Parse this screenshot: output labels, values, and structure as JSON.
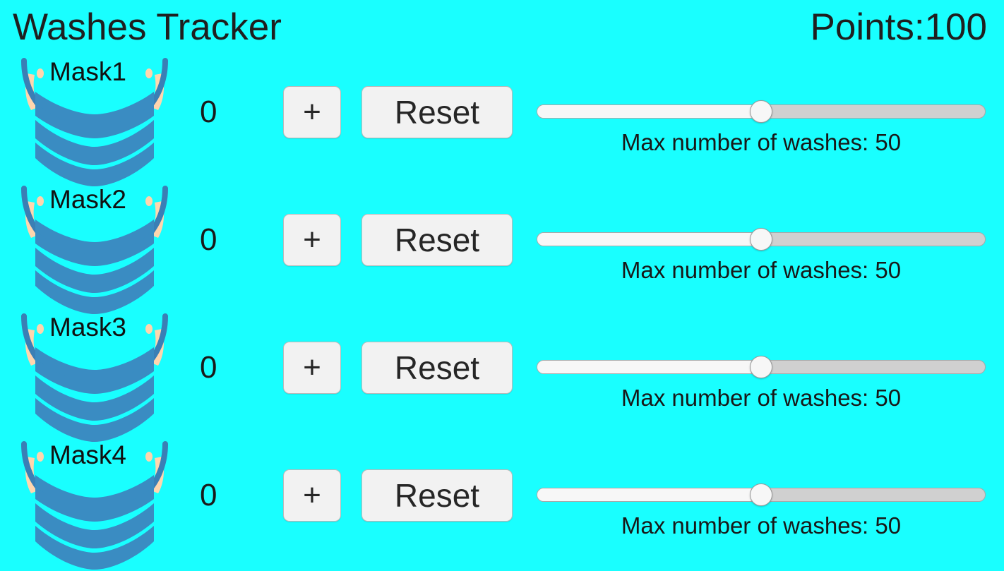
{
  "header": {
    "title": "Washes Tracker",
    "points_label": "Points:100"
  },
  "colors": {
    "background": "#19FFFF",
    "mask_blue": "#3A8CC2",
    "mask_strap": "#3A7FB5",
    "ear_loop": "#FFD6AE",
    "button_bg": "#F2F2F2",
    "button_border": "#B9B9B9",
    "text": "#1F1F1F",
    "track_empty": "#D0D0D0",
    "track_fill": "#F7F7F7"
  },
  "controls": {
    "increment_label": "+",
    "reset_label": "Reset",
    "slider_caption_prefix": "Max number of washes: "
  },
  "rows": [
    {
      "mask_label": "Mask1",
      "mask_icon": "face-mask-icon",
      "count": "0",
      "increment_label": "+",
      "reset_label": "Reset",
      "slider_value": 50,
      "slider_min": 0,
      "slider_max": 100,
      "slider_percent": 50,
      "slider_caption": "Max number of washes: 50"
    },
    {
      "mask_label": "Mask2",
      "mask_icon": "face-mask-icon",
      "count": "0",
      "increment_label": "+",
      "reset_label": "Reset",
      "slider_value": 50,
      "slider_min": 0,
      "slider_max": 100,
      "slider_percent": 50,
      "slider_caption": "Max number of washes: 50"
    },
    {
      "mask_label": "Mask3",
      "mask_icon": "face-mask-icon",
      "count": "0",
      "increment_label": "+",
      "reset_label": "Reset",
      "slider_value": 50,
      "slider_min": 0,
      "slider_max": 100,
      "slider_percent": 50,
      "slider_caption": "Max number of washes: 50"
    },
    {
      "mask_label": "Mask4",
      "mask_icon": "face-mask-icon",
      "count": "0",
      "increment_label": "+",
      "reset_label": "Reset",
      "slider_value": 50,
      "slider_min": 0,
      "slider_max": 100,
      "slider_percent": 50,
      "slider_caption": "Max number of washes: 50"
    }
  ]
}
